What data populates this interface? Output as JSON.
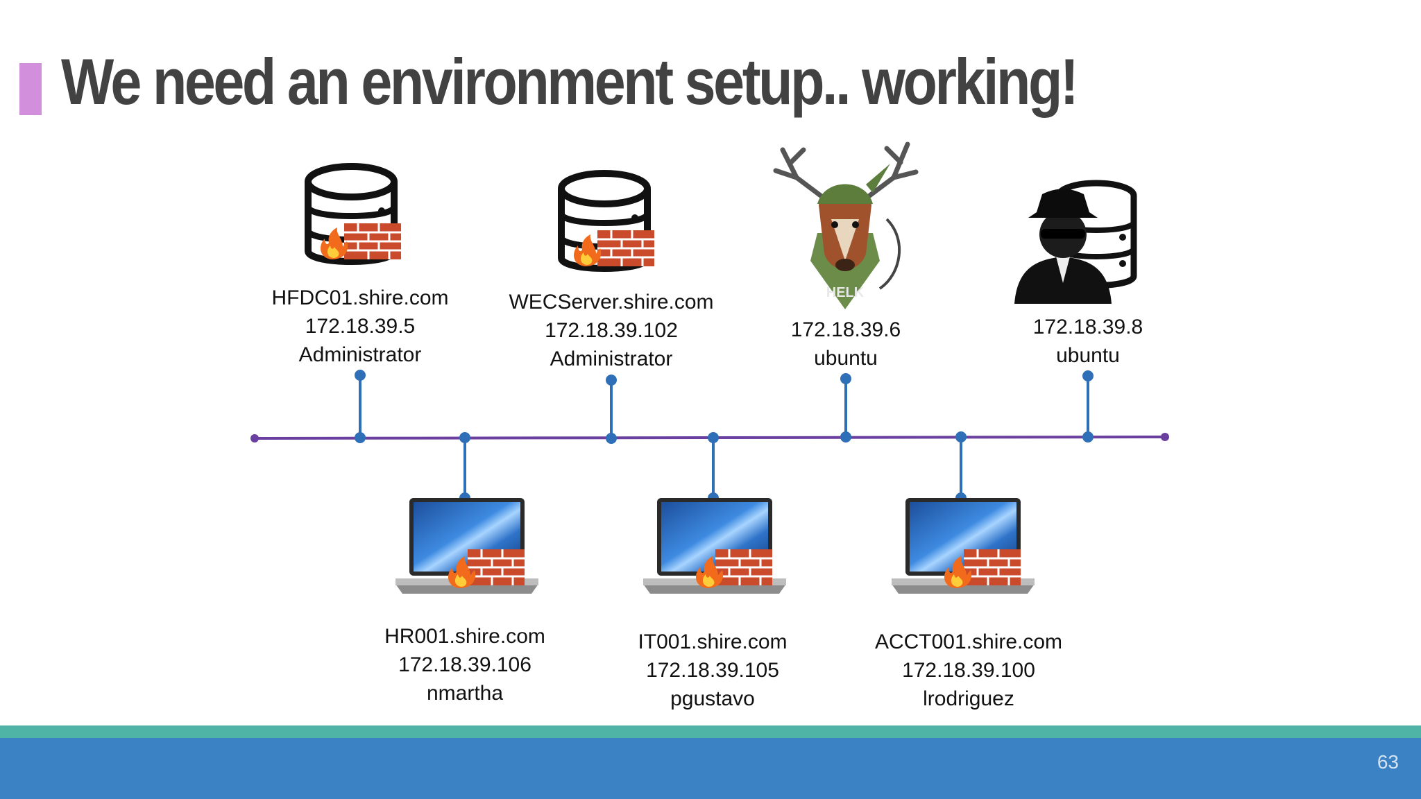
{
  "slide": {
    "title": "We need an environment setup.. working!",
    "page_number": "63",
    "accent_color": "#d18fdc",
    "footer_stripe_color": "#4fb3a6",
    "footer_bar_color": "#3a82c4",
    "bus_color": "#6a3fa0",
    "drop_color": "#2f6fb8"
  },
  "nodes": {
    "hfdc01": {
      "icon": "database-firewall-icon",
      "lines": [
        "HFDC01.shire.com",
        "172.18.39.5",
        "Administrator"
      ]
    },
    "wecserver": {
      "icon": "database-firewall-icon",
      "lines": [
        "WECServer.shire.com",
        "172.18.39.102",
        "Administrator"
      ]
    },
    "helk": {
      "icon": "helk-deer-logo-icon",
      "logo_text": "HELK",
      "lines": [
        "172.18.39.6",
        "ubuntu"
      ]
    },
    "attacker": {
      "icon": "hacker-server-icon",
      "lines": [
        "172.18.39.8",
        "ubuntu"
      ]
    },
    "hr001": {
      "icon": "laptop-firewall-icon",
      "lines": [
        "HR001.shire.com",
        "172.18.39.106",
        "nmartha"
      ]
    },
    "it001": {
      "icon": "laptop-firewall-icon",
      "lines": [
        "IT001.shire.com",
        "172.18.39.105",
        "pgustavo"
      ]
    },
    "acct001": {
      "icon": "laptop-firewall-icon",
      "lines": [
        "ACCT001.shire.com",
        "172.18.39.100",
        "lrodriguez"
      ]
    }
  }
}
